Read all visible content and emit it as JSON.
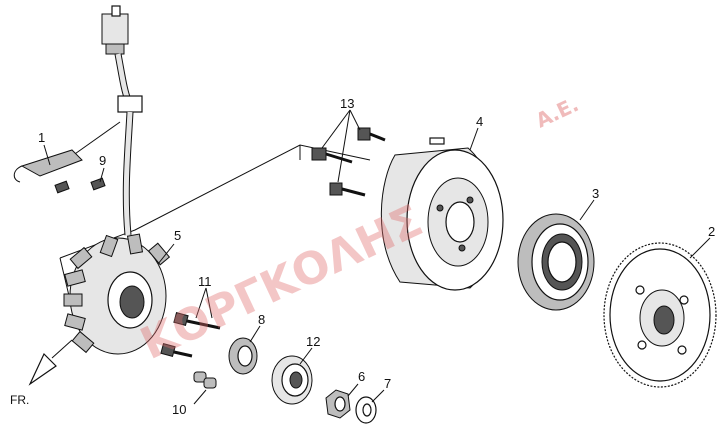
{
  "diagram": {
    "labels": {
      "p1": "1",
      "p2": "2",
      "p3": "3",
      "p4": "4",
      "p5": "5",
      "p6": "6",
      "p7": "7",
      "p8": "8",
      "p9": "9",
      "p10": "10",
      "p11": "11",
      "p12": "12",
      "p13": "13"
    },
    "front_label": "FR.",
    "watermark": "ΚΟΡΓΚΟΛΗΣ",
    "watermark_suffix": "Α.Ε."
  }
}
